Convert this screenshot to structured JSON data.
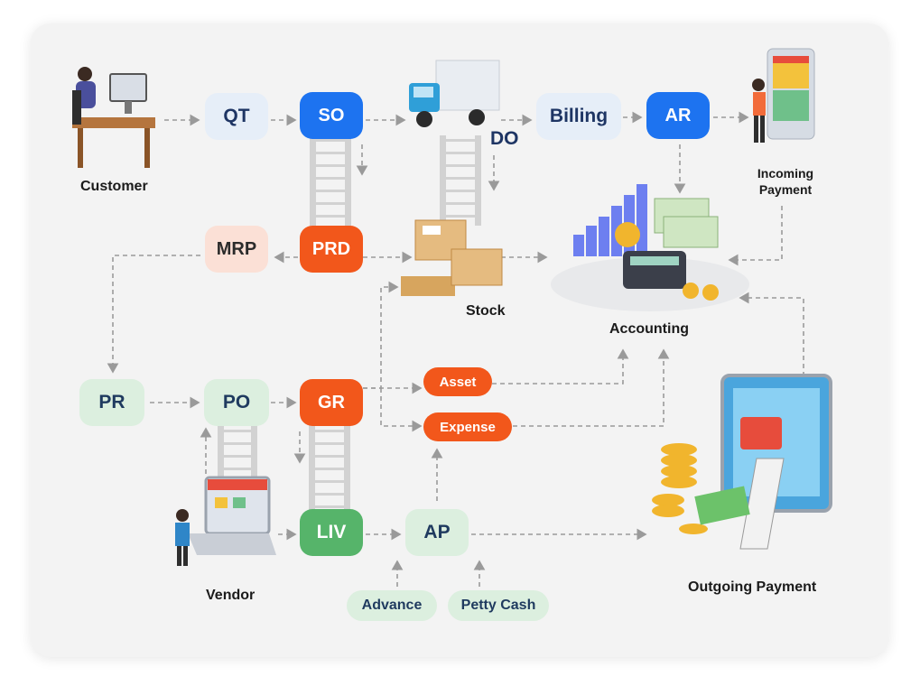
{
  "nodes": {
    "qt": "QT",
    "so": "SO",
    "billing": "Billing",
    "ar": "AR",
    "do": "DO",
    "mrp": "MRP",
    "prd": "PRD",
    "pr": "PR",
    "po": "PO",
    "gr": "GR",
    "liv": "LIV",
    "ap": "AP",
    "asset": "Asset",
    "expense": "Expense",
    "advance": "Advance",
    "petty_cash": "Petty Cash"
  },
  "labels": {
    "customer": "Customer",
    "incoming_payment_line1": "Incoming",
    "incoming_payment_line2": "Payment",
    "stock": "Stock",
    "accounting": "Accounting",
    "vendor": "Vendor",
    "outgoing_payment": "Outgoing Payment"
  },
  "colors": {
    "blue": "#1d73f0",
    "orange": "#f2571b",
    "green": "#56b46a",
    "pale_blue": "#e6eef8",
    "pale_green": "#dcefdf",
    "peach": "#fbe0d6",
    "arrow": "#9a9a9a"
  }
}
